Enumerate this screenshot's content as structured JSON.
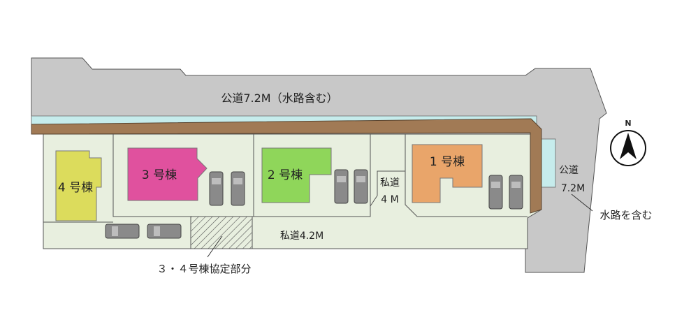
{
  "roads": {
    "main_road": "公道7.2M（水路含む）",
    "east_road_line1": "公道",
    "east_road_line2": "7.2M",
    "waterway_note": "水路を含む",
    "private_road_main": "私道4.2M",
    "private_road_small_line1": "私道",
    "private_road_small_line2": "4 M"
  },
  "buildings": [
    {
      "label": "1 号棟",
      "color": "#e9a56a"
    },
    {
      "label": "2 号棟",
      "color": "#8fd65a"
    },
    {
      "label": "3 号棟",
      "color": "#e0519e"
    },
    {
      "label": "4 号棟",
      "color": "#dcdc5c"
    }
  ],
  "shared_area_label": "３・４号棟協定部分",
  "compass": {
    "letter": "N",
    "icon": "north-arrow-icon"
  },
  "colors": {
    "road": "#c8c8c8",
    "waterway": "#c6ecec",
    "fence": "#a17a55",
    "lot": "#e8efdf",
    "hatch": "#555555",
    "car": "#8a8a8a"
  }
}
